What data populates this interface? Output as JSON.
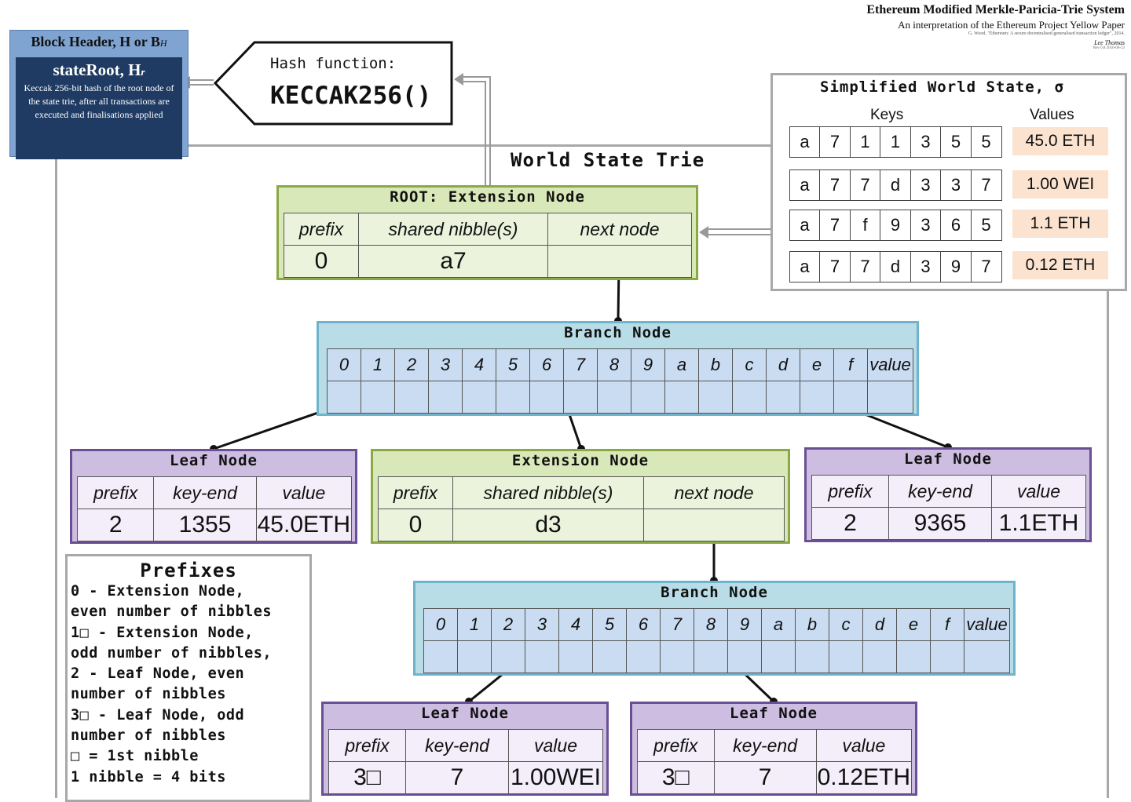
{
  "title": {
    "main": "Ethereum Modified Merkle-Paricia-Trie System",
    "subtitle": "An interpretation of the Ethereum Project Yellow Paper",
    "citation": "G. Wood, \"Ethereum: A secure decentralised generalised transaction ledger\", 2014.",
    "author": "Lee Thomas",
    "revision": "Rev 0.8 2016-06-23"
  },
  "block_header": {
    "label": "Block Header, H or B",
    "label_sub": "H",
    "state_root": "stateRoot, H",
    "state_root_sub": "r",
    "description": "Keccak 256-bit hash of the root node of the state trie, after all transactions are executed and finalisations applied"
  },
  "hash_function": {
    "label": "Hash function:",
    "name": "KECCAK256()"
  },
  "world_state_trie": {
    "title": "World State Trie"
  },
  "simplified_world_state": {
    "title": "Simplified World State, σ",
    "keys_header": "Keys",
    "values_header": "Values",
    "rows": [
      {
        "key": [
          "a",
          "7",
          "1",
          "1",
          "3",
          "5",
          "5"
        ],
        "value": "45.0 ETH"
      },
      {
        "key": [
          "a",
          "7",
          "7",
          "d",
          "3",
          "3",
          "7"
        ],
        "value": "1.00 WEI"
      },
      {
        "key": [
          "a",
          "7",
          "f",
          "9",
          "3",
          "6",
          "5"
        ],
        "value": "1.1 ETH"
      },
      {
        "key": [
          "a",
          "7",
          "7",
          "d",
          "3",
          "9",
          "7"
        ],
        "value": "0.12 ETH"
      }
    ]
  },
  "nodes": {
    "root_ext": {
      "title": "ROOT: Extension Node",
      "headers": [
        "prefix",
        "shared nibble(s)",
        "next node"
      ],
      "values": [
        "0",
        "a7",
        ""
      ]
    },
    "branch1": {
      "title": "Branch Node",
      "slots": [
        "0",
        "1",
        "2",
        "3",
        "4",
        "5",
        "6",
        "7",
        "8",
        "9",
        "a",
        "b",
        "c",
        "d",
        "e",
        "f",
        "value"
      ]
    },
    "leaf_left": {
      "title": "Leaf Node",
      "headers": [
        "prefix",
        "key-end",
        "value"
      ],
      "values": [
        "2",
        "1355",
        "45.0ETH"
      ]
    },
    "ext_mid": {
      "title": "Extension Node",
      "headers": [
        "prefix",
        "shared nibble(s)",
        "next node"
      ],
      "values": [
        "0",
        "d3",
        ""
      ]
    },
    "leaf_right": {
      "title": "Leaf Node",
      "headers": [
        "prefix",
        "key-end",
        "value"
      ],
      "values": [
        "2",
        "9365",
        "1.1ETH"
      ]
    },
    "branch2": {
      "title": "Branch Node",
      "slots": [
        "0",
        "1",
        "2",
        "3",
        "4",
        "5",
        "6",
        "7",
        "8",
        "9",
        "a",
        "b",
        "c",
        "d",
        "e",
        "f",
        "value"
      ]
    },
    "leaf_bl": {
      "title": "Leaf Node",
      "headers": [
        "prefix",
        "key-end",
        "value"
      ],
      "values": [
        "3□",
        "7",
        "1.00WEI"
      ]
    },
    "leaf_br": {
      "title": "Leaf Node",
      "headers": [
        "prefix",
        "key-end",
        "value"
      ],
      "values": [
        "3□",
        "7",
        "0.12ETH"
      ]
    }
  },
  "prefixes": {
    "title": "Prefixes",
    "lines": [
      "0 - Extension Node,",
      "even number of nibbles",
      "1□ - Extension Node,",
      "odd number of nibbles,",
      "2 - Leaf Node, even",
      "number of nibbles",
      "3□ - Leaf Node, odd",
      "number of nibbles",
      "□ = 1st nibble",
      "1 nibble = 4 bits"
    ]
  },
  "colors": {
    "block_header": "#7fa4d1",
    "block_header_inner": "#1f3b63",
    "extension_node": "#d9e8b8",
    "leaf_node": "#cdbde0",
    "branch_node": "#b8dde6",
    "value_highlight": "#fbe3cf",
    "frame": "#a8a8a8"
  }
}
